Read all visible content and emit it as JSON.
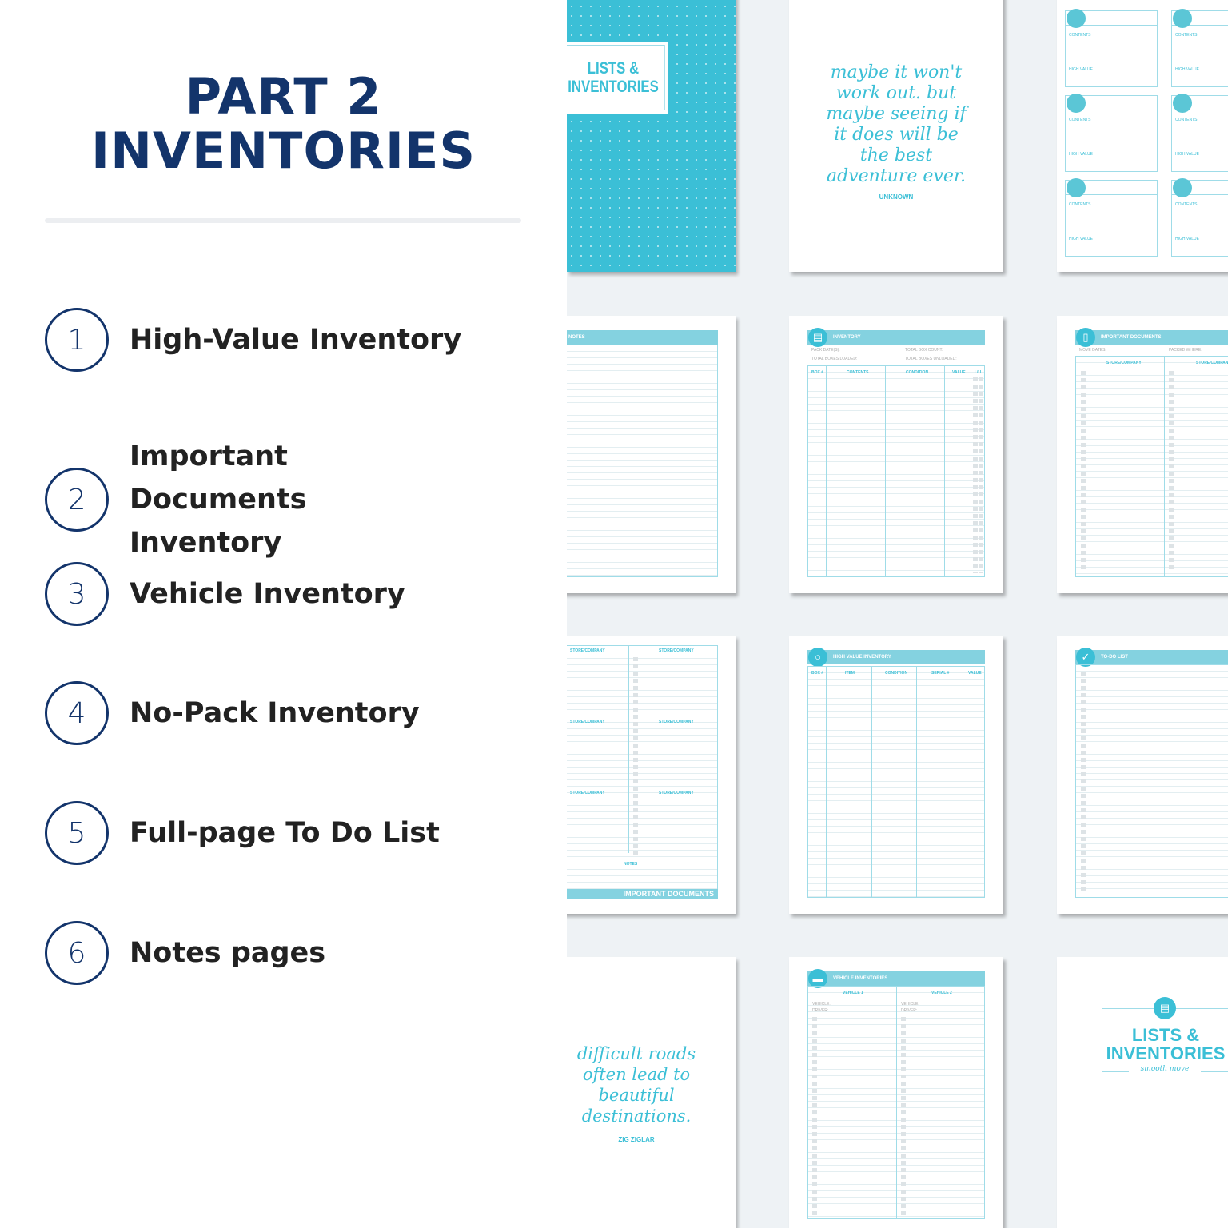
{
  "heading": {
    "line1": "PART 2",
    "line2": "INVENTORIES"
  },
  "items": [
    {
      "number": "1",
      "label": "High-Value Inventory"
    },
    {
      "number": "2",
      "label": "Important Documents Inventory"
    },
    {
      "number": "3",
      "label": "Vehicle Inventory"
    },
    {
      "number": "4",
      "label": "No-Pack Inventory"
    },
    {
      "number": "5",
      "label": "Full-page To Do List"
    },
    {
      "number": "6",
      "label": "Notes pages"
    }
  ],
  "pages": {
    "cover": {
      "title1": "LISTS &",
      "title2": "INVENTORIES"
    },
    "quote1": {
      "text": "maybe it won't work out. but maybe seeing if it does will be the best adventure ever.",
      "author": "UNKNOWN"
    },
    "boxes": {
      "contents": "CONTENTS",
      "high_value": "HIGH VALUE"
    },
    "notes": {
      "header": "NOTES"
    },
    "inventory": {
      "header": "INVENTORY",
      "pack_dates": "PACK DATE(S):",
      "total_box": "TOTAL BOX COUNT:",
      "loaded": "TOTAL BOXES LOADED:",
      "unloaded": "TOTAL BOXES UNLOADED:",
      "cols": [
        "BOX #",
        "CONTENTS",
        "CONDITION",
        "VALUE",
        "L/U"
      ]
    },
    "documents": {
      "header": "IMPORTANT DOCUMENTS",
      "move_dates": "MOVE DATES:",
      "packed_where": "PACKED WHERE:",
      "store": "STORE/COMPANY",
      "notes": "NOTES",
      "footer": "IMPORTANT DOCUMENTS"
    },
    "high_value": {
      "header": "HIGH VALUE INVENTORY",
      "cols": [
        "BOX #",
        "ITEM",
        "CONDITION",
        "SERIAL #",
        "VALUE"
      ]
    },
    "todo": {
      "header": "TO-DO LIST"
    },
    "quote2": {
      "text": "difficult roads often lead to beautiful destinations.",
      "author": "ZIG ZIGLAR"
    },
    "vehicle": {
      "header": "VEHICLE INVENTORIES",
      "v1": "VEHICLE 1",
      "v2": "VEHICLE 2",
      "vehicle": "VEHICLE:",
      "driver": "DRIVER:"
    },
    "back_cover": {
      "title1": "LISTS &",
      "title2": "INVENTORIES",
      "tagline": "smooth move"
    }
  },
  "colors": {
    "navy": "#13346b",
    "teal": "#3bbfd6",
    "header_teal": "#84d2e0",
    "background": "#eef2f5"
  }
}
